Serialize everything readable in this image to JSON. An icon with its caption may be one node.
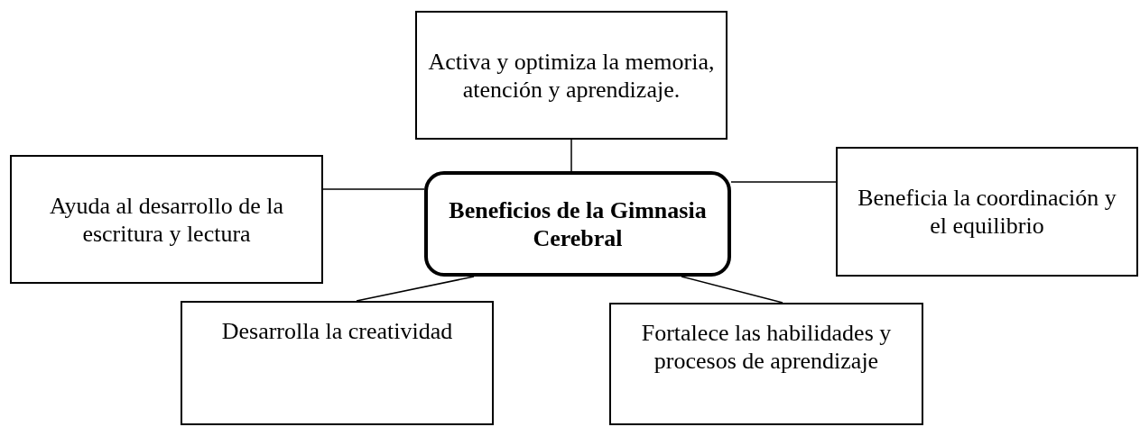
{
  "diagram": {
    "nodes": [
      {
        "text": [
          "Beneficios de la Gimnasia Cerebral"
        ]
      },
      {
        "text": [
          "Activa y optimiza la memoria, atención y aprendizaje."
        ]
      },
      {
        "text": [
          "Ayuda al desarrollo de la escritura y lectura"
        ]
      },
      {
        "text": [
          "Beneficia la coordinación y el equilibrio"
        ]
      },
      {
        "text": [
          "Desarrolla la creatividad"
        ]
      },
      {
        "text": [
          "Fortalece las habilidades y procesos de aprendizaje"
        ]
      }
    ],
    "edges": [
      {
        "from": 0,
        "to": 1,
        "arrow": "none"
      },
      {
        "from": 0,
        "to": 2,
        "arrow": "none"
      },
      {
        "from": 0,
        "to": 3,
        "arrow": "none"
      },
      {
        "from": 0,
        "to": 4,
        "arrow": "none"
      },
      {
        "from": 0,
        "to": 5,
        "arrow": "none"
      }
    ]
  }
}
